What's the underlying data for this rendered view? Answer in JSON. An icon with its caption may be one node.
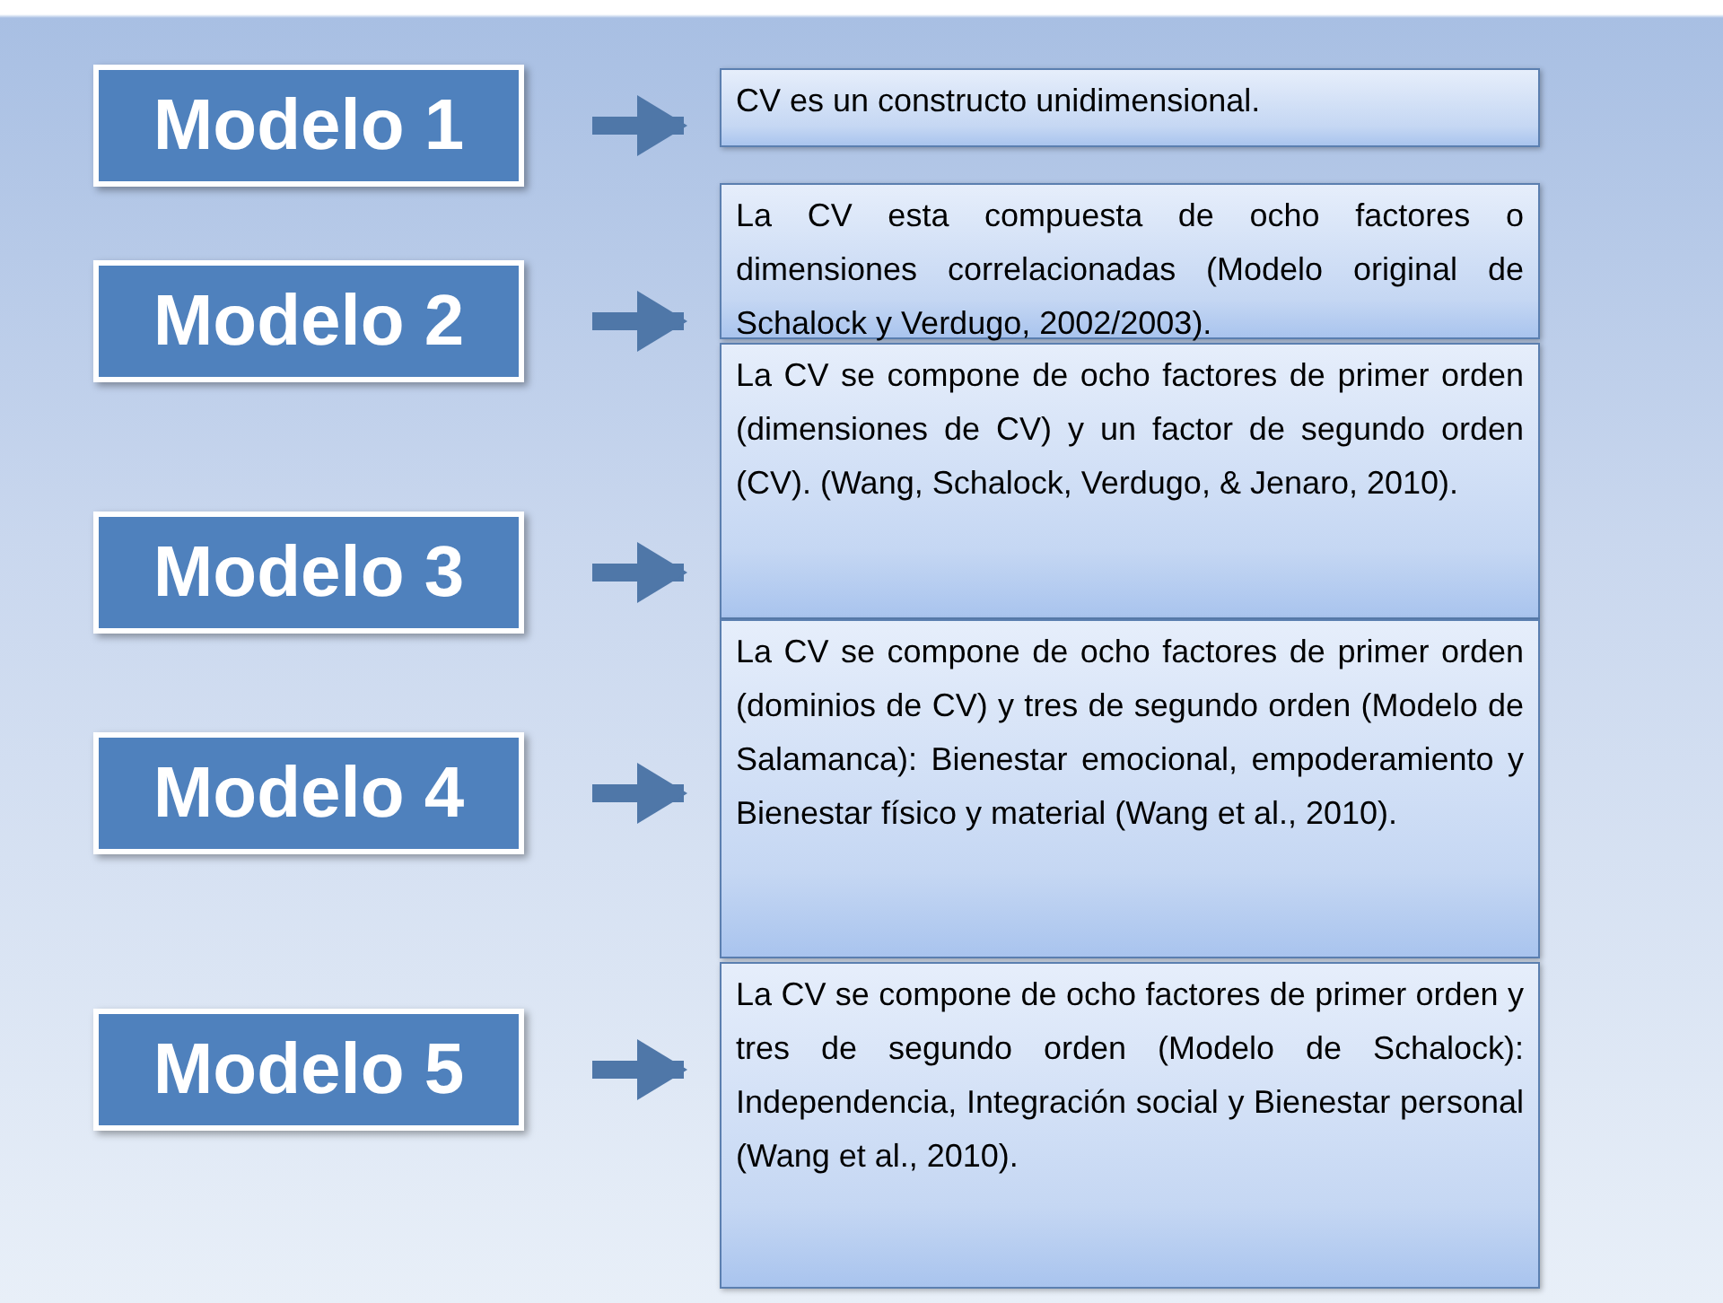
{
  "diagram": {
    "nodes": [
      {
        "text": [
          "Modelo 1"
        ]
      },
      {
        "text": [
          "CV es un constructo unidimensional."
        ]
      },
      {
        "text": [
          "Modelo 2"
        ]
      },
      {
        "text": [
          "La CV esta compuesta de ocho factores o dimensiones correlacionadas (Modelo original  de Schalock y Verdugo, 2002/2003)."
        ]
      },
      {
        "text": [
          "Modelo 3"
        ]
      },
      {
        "text": [
          "La CV se compone de ocho factores de primer orden (dimensiones de CV) y un factor de segundo orden (CV). (Wang, Schalock, Verdugo, & Jenaro, 2010)."
        ]
      },
      {
        "text": [
          "Modelo 4"
        ]
      },
      {
        "text": [
          "La CV se compone de ocho factores de primer orden (dominios de CV) y tres de segundo orden (Modelo de Salamanca): Bienestar emocional, empoderamiento y Bienestar físico y material (Wang et al., 2010)."
        ]
      },
      {
        "text": [
          "Modelo 5"
        ]
      },
      {
        "text": [
          "La CV se compone de ocho factores de primer orden y tres de segundo orden (Modelo de Schalock): Independencia, Integración social y Bienestar personal (Wang et al., 2010)."
        ]
      }
    ],
    "edges": [
      {
        "from": 0,
        "to": 1,
        "arrow": "to"
      },
      {
        "from": 2,
        "to": 3,
        "arrow": "to"
      },
      {
        "from": 4,
        "to": 5,
        "arrow": "to"
      },
      {
        "from": 6,
        "to": 7,
        "arrow": "to"
      },
      {
        "from": 8,
        "to": 9,
        "arrow": "to"
      }
    ]
  }
}
